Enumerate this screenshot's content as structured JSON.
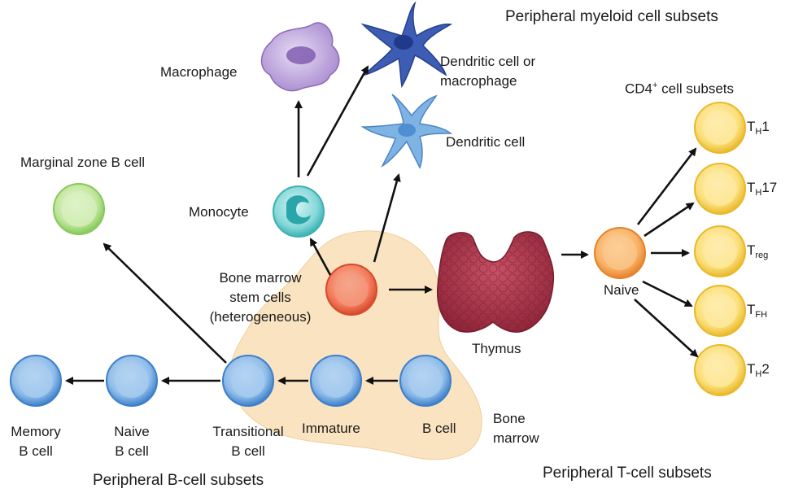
{
  "titles": {
    "myeloid": "Peripheral myeloid cell subsets",
    "bcell": "Peripheral B-cell subsets",
    "tcell": "Peripheral T-cell subsets",
    "cd4_base": "CD4",
    "cd4_sup": "+",
    "cd4_rest": " cell subsets"
  },
  "labels": {
    "macrophage": "Macrophage",
    "dendritic_or_macrophage_1": "Dendritic cell or",
    "dendritic_or_macrophage_2": "macrophage",
    "dendritic": "Dendritic cell",
    "marginal_zone": "Marginal zone B cell",
    "monocyte": "Monocyte",
    "stem_1": "Bone marrow",
    "stem_2": "stem cells",
    "stem_3": "(heterogeneous)",
    "thymus": "Thymus",
    "naive_t": "Naive",
    "memory_1": "Memory",
    "memory_2": "B cell",
    "naive_b_1": "Naive",
    "naive_b_2": "B cell",
    "transitional_1": "Transitional",
    "transitional_2": "B cell",
    "immature": "Immature",
    "immature_b": "B cell",
    "bone_marrow_1": "Bone",
    "bone_marrow_2": "marrow"
  },
  "t_subsets": [
    {
      "base": "T",
      "sub": "H",
      "suffix": "1"
    },
    {
      "base": "T",
      "sub": "H",
      "suffix": "17"
    },
    {
      "base": "T",
      "sub": "reg",
      "suffix": ""
    },
    {
      "base": "T",
      "sub": "FH",
      "suffix": ""
    },
    {
      "base": "T",
      "sub": "H",
      "suffix": "2"
    }
  ],
  "colors": {
    "bone_marrow_region": "#fae3c0",
    "b_cell": "#4a90d9",
    "t_subset": "#f7cf4a",
    "naive_t": "#f5a64a",
    "stem": "#ef6a4a",
    "monocyte": "#5cc8c8",
    "marginal_zone": "#9cd472",
    "macrophage": "#a98bd0",
    "dendritic_dark": "#3d5db5",
    "dendritic_light": "#7eb3e3",
    "thymus": "#a8344a",
    "arrow": "#111111"
  }
}
